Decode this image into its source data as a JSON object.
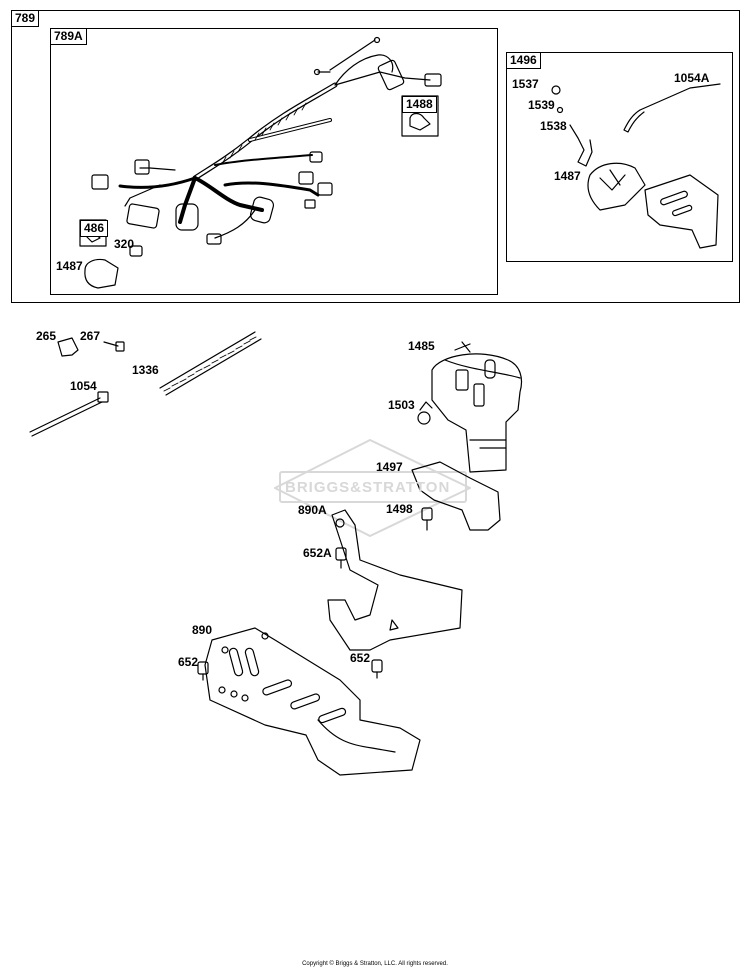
{
  "frames": {
    "outer": "789",
    "harness": "789A",
    "bracket_kit": "1496"
  },
  "sub_kits": {
    "k1488": "1488",
    "k486": "486"
  },
  "parts": {
    "p320": "320",
    "p1487_harness": "1487",
    "p1537": "1537",
    "p1539": "1539",
    "p1538": "1538",
    "p1487_kit": "1487",
    "p1054A": "1054A",
    "p265": "265",
    "p267": "267",
    "p1336": "1336",
    "p1054": "1054",
    "p1485": "1485",
    "p1503": "1503",
    "p1497": "1497",
    "p1498": "1498",
    "p890A": "890A",
    "p652A": "652A",
    "p890": "890",
    "p652_left": "652",
    "p652_right": "652"
  },
  "watermark": "BRIGGS&STRATTON",
  "copyright": "Copyright © Briggs & Stratton, LLC. All rights reserved."
}
